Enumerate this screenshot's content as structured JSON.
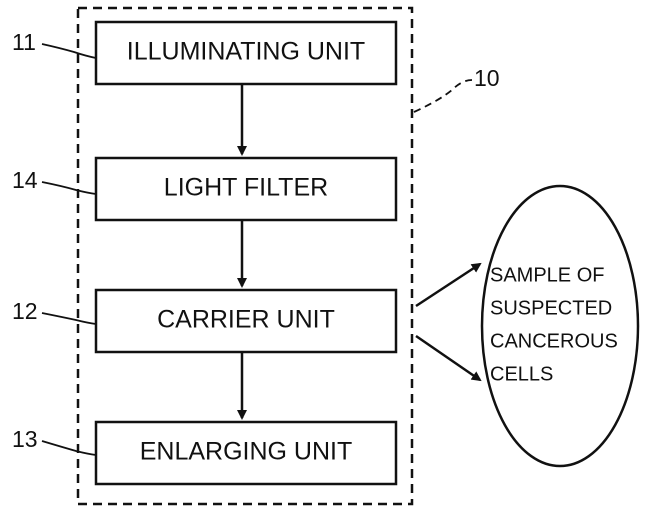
{
  "diagram": {
    "system_ref": "10",
    "blocks": [
      {
        "ref": "11",
        "label": "ILLUMINATING UNIT"
      },
      {
        "ref": "14",
        "label": "LIGHT FILTER"
      },
      {
        "ref": "12",
        "label": "CARRIER UNIT"
      },
      {
        "ref": "13",
        "label": "ENLARGING UNIT"
      }
    ],
    "sample": {
      "lines": [
        "SAMPLE OF",
        "SUSPECTED",
        "CANCEROUS",
        "CELLS"
      ]
    }
  }
}
